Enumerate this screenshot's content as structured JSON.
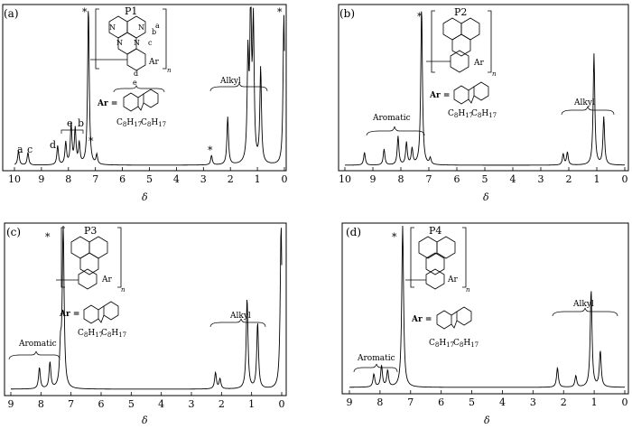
{
  "chart_data": [
    {
      "type": "line",
      "panel_label": "(a)",
      "title": "P1",
      "xlabel": "δ",
      "xlim": [
        10,
        0
      ],
      "x_ticks": [
        "10",
        "9",
        "8",
        "7",
        "6",
        "5",
        "4",
        "3",
        "2",
        "1",
        "0"
      ],
      "ylim": [
        0,
        100
      ],
      "solvent_marker": "*",
      "region_labels": [
        "Alkyl"
      ],
      "peak_labels": [
        "a",
        "c",
        "d",
        "e",
        "b"
      ],
      "structure_labels": {
        "a": "a",
        "b": "b",
        "c": "c",
        "d": "d",
        "e": "e",
        "n": "n",
        "ar": "Ar",
        "ar_eq": "Ar =",
        "sub_left": "C",
        "sub_left_n": "8",
        "sub_left_h": "H",
        "sub_left_m": "17",
        "n_atom": "N"
      },
      "peaks": [
        {
          "x": 9.85,
          "y": 9
        },
        {
          "x": 9.5,
          "y": 8
        },
        {
          "x": 8.4,
          "y": 12
        },
        {
          "x": 8.1,
          "y": 14
        },
        {
          "x": 7.9,
          "y": 25
        },
        {
          "x": 7.75,
          "y": 22
        },
        {
          "x": 7.6,
          "y": 13
        },
        {
          "x": 7.26,
          "y": 100
        },
        {
          "x": 6.95,
          "y": 6
        },
        {
          "x": 2.7,
          "y": 6
        },
        {
          "x": 2.1,
          "y": 30
        },
        {
          "x": 1.35,
          "y": 65
        },
        {
          "x": 1.25,
          "y": 100
        },
        {
          "x": 1.15,
          "y": 85
        },
        {
          "x": 0.88,
          "y": 60
        },
        {
          "x": 0.02,
          "y": 95
        }
      ]
    },
    {
      "type": "line",
      "panel_label": "(b)",
      "title": "P2",
      "xlabel": "δ",
      "xlim": [
        10,
        0
      ],
      "x_ticks": [
        "10",
        "9",
        "8",
        "7",
        "6",
        "5",
        "4",
        "3",
        "2",
        "1",
        "0"
      ],
      "ylim": [
        0,
        100
      ],
      "solvent_marker": "*",
      "region_labels": [
        "Aromatic",
        "Alkyl"
      ],
      "structure_labels": {
        "n": "n",
        "ar": "Ar",
        "ar_eq": "Ar ="
      },
      "peaks": [
        {
          "x": 9.3,
          "y": 8
        },
        {
          "x": 8.6,
          "y": 10
        },
        {
          "x": 8.1,
          "y": 18
        },
        {
          "x": 7.8,
          "y": 14
        },
        {
          "x": 7.6,
          "y": 10
        },
        {
          "x": 7.26,
          "y": 100
        },
        {
          "x": 6.95,
          "y": 4
        },
        {
          "x": 2.2,
          "y": 7
        },
        {
          "x": 2.05,
          "y": 8
        },
        {
          "x": 1.1,
          "y": 70
        },
        {
          "x": 0.75,
          "y": 30
        }
      ]
    },
    {
      "type": "line",
      "panel_label": "(c)",
      "title": "P3",
      "xlabel": "δ",
      "xlim": [
        9,
        0
      ],
      "x_ticks": [
        "9",
        "8",
        "7",
        "6",
        "5",
        "4",
        "3",
        "2",
        "1",
        "0"
      ],
      "ylim": [
        0,
        100
      ],
      "solvent_marker": "*",
      "region_labels": [
        "Aromatic",
        "Alkyl"
      ],
      "structure_labels": {
        "n": "n",
        "ar": "Ar",
        "ar_eq": "Ar ="
      },
      "peaks": [
        {
          "x": 8.05,
          "y": 13
        },
        {
          "x": 7.7,
          "y": 16
        },
        {
          "x": 7.35,
          "y": 22
        },
        {
          "x": 7.26,
          "y": 100
        },
        {
          "x": 2.2,
          "y": 10
        },
        {
          "x": 2.05,
          "y": 6
        },
        {
          "x": 1.15,
          "y": 55
        },
        {
          "x": 0.8,
          "y": 40
        },
        {
          "x": 0.02,
          "y": 100
        }
      ]
    },
    {
      "type": "line",
      "panel_label": "(d)",
      "title": "P4",
      "xlabel": "δ",
      "xlim": [
        9,
        0
      ],
      "x_ticks": [
        "9",
        "8",
        "7",
        "6",
        "5",
        "4",
        "3",
        "2",
        "1",
        "0"
      ],
      "ylim": [
        0,
        100
      ],
      "solvent_marker": "*",
      "region_labels": [
        "Aromatic",
        "Alkyl"
      ],
      "structure_labels": {
        "n": "n",
        "ar": "Ar",
        "ar_eq": "Ar ="
      },
      "peaks": [
        {
          "x": 8.2,
          "y": 8
        },
        {
          "x": 7.95,
          "y": 13
        },
        {
          "x": 7.75,
          "y": 10
        },
        {
          "x": 7.26,
          "y": 100
        },
        {
          "x": 2.2,
          "y": 12
        },
        {
          "x": 1.6,
          "y": 7
        },
        {
          "x": 1.1,
          "y": 60
        },
        {
          "x": 0.8,
          "y": 22
        }
      ]
    }
  ]
}
